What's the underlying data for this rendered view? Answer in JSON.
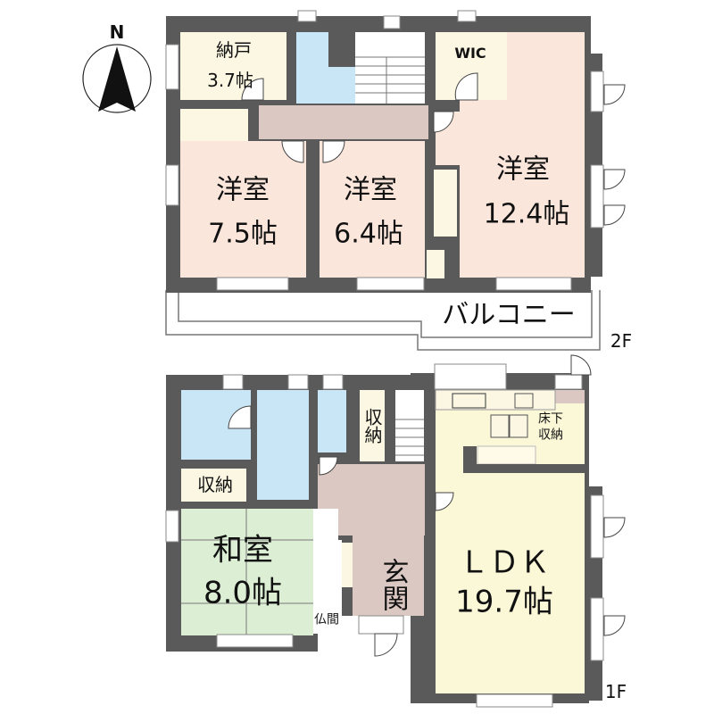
{
  "compass": {
    "label": "N"
  },
  "floor2": {
    "floor_label": "2F",
    "rooms": [
      {
        "id": "storage",
        "name": "納戸",
        "size": "3.7帖"
      },
      {
        "id": "wic",
        "name": "WIC"
      },
      {
        "id": "western1",
        "name": "洋室",
        "size": "7.5帖"
      },
      {
        "id": "western2",
        "name": "洋室",
        "size": "6.4帖"
      },
      {
        "id": "western3",
        "name": "洋室",
        "size": "12.4帖"
      },
      {
        "id": "balcony",
        "name": "バルコニー"
      }
    ]
  },
  "floor1": {
    "floor_label": "1F",
    "rooms": [
      {
        "id": "storage_a",
        "name": "収納"
      },
      {
        "id": "storage_b",
        "name": "収納"
      },
      {
        "id": "japanese",
        "name": "和室",
        "size": "8.0帖"
      },
      {
        "id": "butsuma",
        "name": "仏間"
      },
      {
        "id": "entrance",
        "name": "玄関"
      },
      {
        "id": "ldk",
        "name": "ＬＤＫ",
        "size": "19.7帖"
      },
      {
        "id": "underfloor",
        "name": "床下",
        "name2": "収納"
      }
    ]
  },
  "colors": {
    "wall": "#5a5a5a",
    "western": "#fbe6dc",
    "storage": "#fbf7e2",
    "wet": "#c9e6f7",
    "hall": "#dcc8c2",
    "japanese": "#dcefd4",
    "ldk": "#fbf8d8"
  }
}
